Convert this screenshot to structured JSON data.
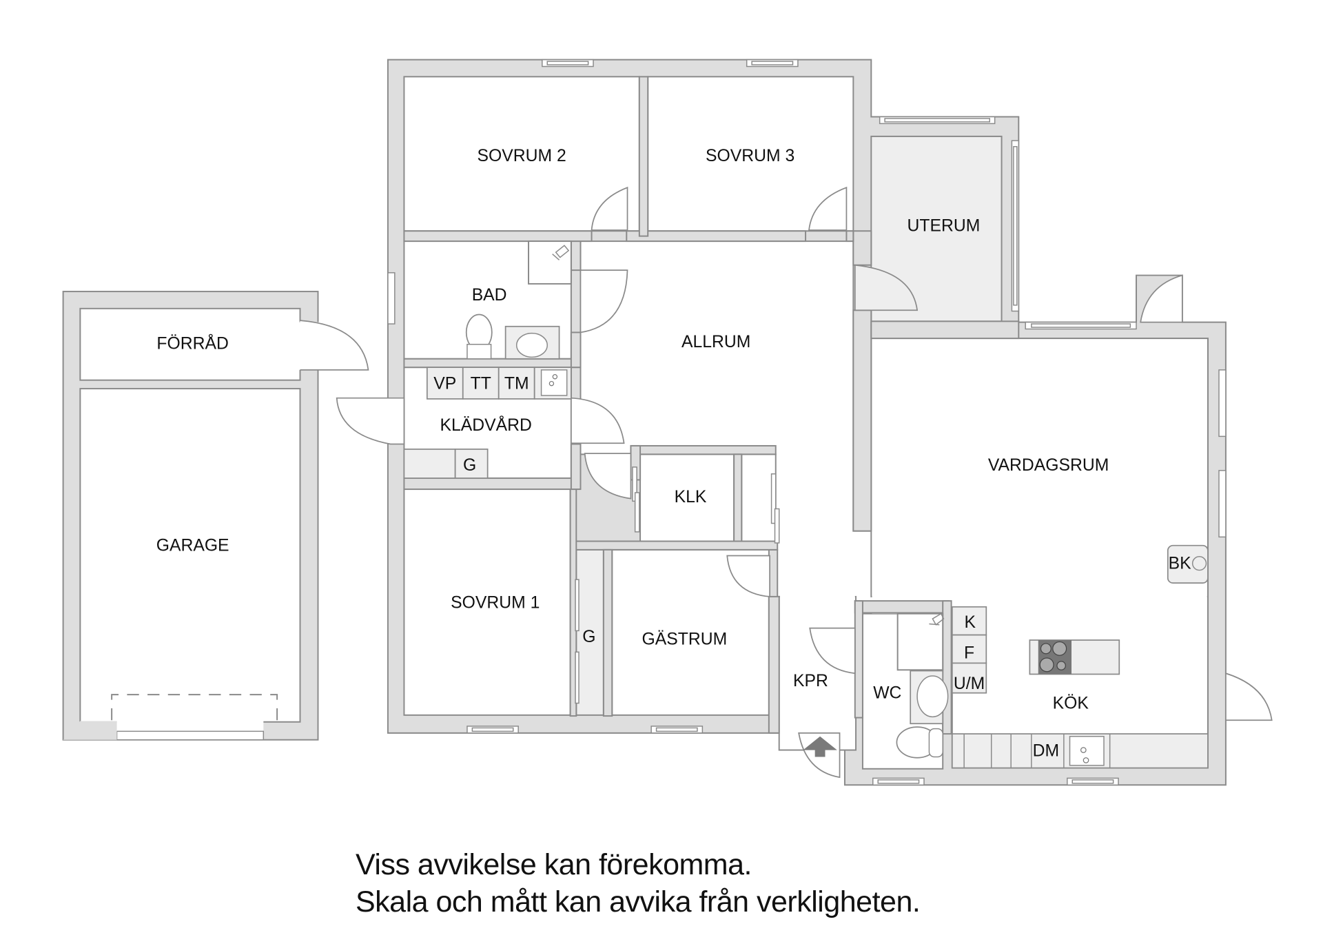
{
  "plan": {
    "rooms": {
      "sovrum2": "SOVRUM 2",
      "sovrum3": "SOVRUM 3",
      "uterum": "UTERUM",
      "bad": "BAD",
      "allrum": "ALLRUM",
      "forrad": "FÖRRÅD",
      "garage": "GARAGE",
      "kladvard": "KLÄDVÅRD",
      "klk": "KLK",
      "vardagsrum": "VARDAGSRUM",
      "sovrum1": "SOVRUM 1",
      "gastrum": "GÄSTRUM",
      "kpr": "KPR",
      "wc": "WC",
      "kok": "KÖK"
    },
    "fixtures": {
      "vp": "VP",
      "tt": "TT",
      "tm": "TM",
      "g_kladvard": "G",
      "g_sovrum1": "G",
      "k": "K",
      "f": "F",
      "um": "U/M",
      "dm": "DM",
      "bk": "BK"
    },
    "colors": {
      "wall_fill": "#dedede",
      "wall_stroke": "#8a8a8a",
      "floor_grey": "#eeeeee",
      "entrance_arrow": "#7a7a7a",
      "stove": "#777777"
    }
  },
  "disclaimer": {
    "line1": "Viss avvikelse kan förekomma.",
    "line2": "Skala och mått kan avvika från verkligheten."
  }
}
